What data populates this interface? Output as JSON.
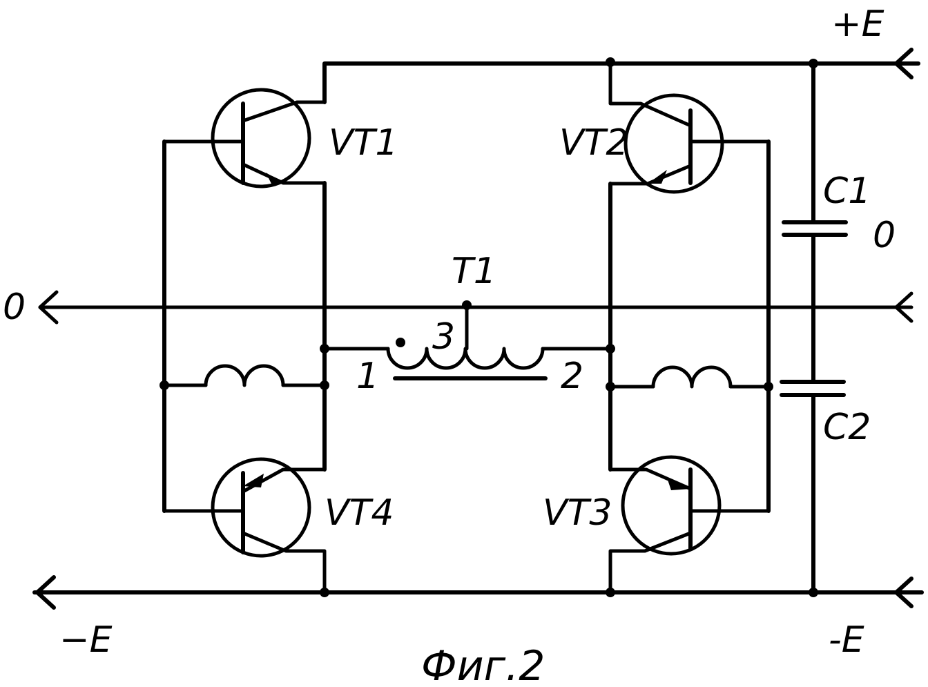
{
  "labels": {
    "vt1": "VT1",
    "vt2": "VT2",
    "vt3": "VT3",
    "vt4": "VT4",
    "t1": "T1",
    "c1": "C1",
    "c2": "C2",
    "tap": "3",
    "pin1": "1",
    "pin2": "2",
    "plus_e": "+E",
    "minus_e_left": "−E",
    "minus_e_right": "-E",
    "zero_left": "0",
    "zero_right": "0",
    "caption": "Фиг.2"
  }
}
